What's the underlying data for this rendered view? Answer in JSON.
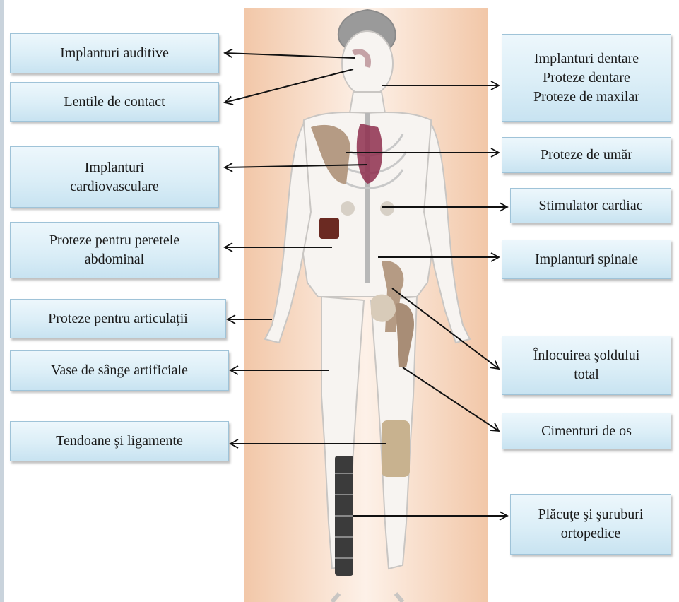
{
  "labels_left": [
    {
      "id": "implanturi-auditive",
      "text": "Implanturi auditive"
    },
    {
      "id": "lentile-de-contact",
      "text": "Lentile de contact"
    },
    {
      "id": "implanturi-cardiovasculare",
      "text": "Implanturi\ncardiovasculare"
    },
    {
      "id": "proteze-perete-abdominal",
      "text": "Proteze pentru peretele\nabdominal"
    },
    {
      "id": "proteze-articulatii",
      "text": "Proteze pentru articulații"
    },
    {
      "id": "vase-sange-artificiale",
      "text": "Vase de sânge artificiale"
    },
    {
      "id": "tendoane-ligamente",
      "text": "Tendoane şi ligamente"
    }
  ],
  "labels_right": [
    {
      "id": "implanturi-dentare",
      "text": "Implanturi dentare\nProteze dentare\nProteze de maxilar"
    },
    {
      "id": "proteze-umar",
      "text": "Proteze de umăr"
    },
    {
      "id": "stimulator-cardiac",
      "text": "Stimulator cardiac"
    },
    {
      "id": "implanturi-spinale",
      "text": "Implanturi spinale"
    },
    {
      "id": "inlocuirea-soldului",
      "text": "Înlocuirea şoldului\ntotal"
    },
    {
      "id": "cimenturi-de-os",
      "text": "Cimenturi de os"
    },
    {
      "id": "placute-suruburi",
      "text": "Plăcuţe şi şuruburi\nortopedice"
    }
  ]
}
